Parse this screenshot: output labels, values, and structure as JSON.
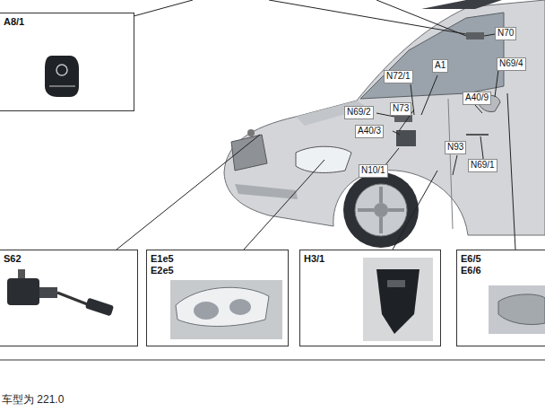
{
  "diagram": {
    "nodes": [
      {
        "text": [
          "A8/1"
        ]
      },
      {
        "text": [
          "S62"
        ]
      },
      {
        "text": [
          "E1e5 E2e5"
        ]
      },
      {
        "text": [
          "H3/1"
        ]
      },
      {
        "text": [
          "E6/5 E6/6"
        ]
      }
    ],
    "labels": [
      "N70",
      "A1",
      "N72/1",
      "N69/4",
      "N69/2",
      "N73",
      "A40/9",
      "A40/3",
      "N93",
      "N69/1",
      "N10/1",
      "车型为 221.0"
    ]
  }
}
